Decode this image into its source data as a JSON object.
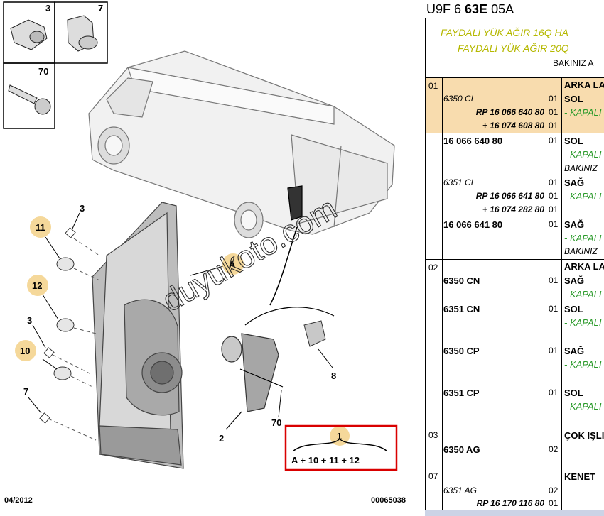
{
  "diagram": {
    "callouts": [
      "3",
      "7",
      "70",
      "11",
      "3",
      "12",
      "3",
      "10",
      "7",
      "A",
      "2",
      "70",
      "8",
      "1"
    ],
    "combo_label": "A + 10 + 11 + 12",
    "combo_number": "1",
    "date": "04/2012",
    "figure_number": "00065038",
    "watermark": "duyukoto.com"
  },
  "table": {
    "doc_code_prefix": "U9F 6 ",
    "doc_code_bold": "63E",
    "doc_code_suffix": " 05A",
    "header_line1": "FAYDALI YÜK AĞIR 16Q HA",
    "header_line2": "FAYDALI YÜK AĞIR 20Q",
    "header_ref": "BAKINIZ A",
    "groups": [
      {
        "index": "01",
        "highlight": true,
        "rows": [
          {
            "ref": "",
            "qty": "",
            "desc": "ARKA LA"
          },
          {
            "ref": "6350 CL",
            "qty": "01",
            "desc": "SOL"
          },
          {
            "ref": "RP 16 066 640 80",
            "qty": "01",
            "desc": "- KAPALI"
          },
          {
            "ref": "+ 16 074 608 80",
            "qty": "01",
            "desc": ""
          },
          {
            "ref": "16 066 640 80",
            "qty": "01",
            "desc": "SOL"
          },
          {
            "ref": "",
            "qty": "",
            "desc": "- KAPALI"
          },
          {
            "ref": "",
            "qty": "",
            "desc": "BAKINIZ"
          },
          {
            "ref": "6351 CL",
            "qty": "01",
            "desc": "SAĞ"
          },
          {
            "ref": "RP 16 066 641 80",
            "qty": "01",
            "desc": "- KAPALI"
          },
          {
            "ref": "+ 16 074 282 80",
            "qty": "01",
            "desc": ""
          },
          {
            "ref": "16 066 641 80",
            "qty": "01",
            "desc": "SAĞ"
          },
          {
            "ref": "",
            "qty": "",
            "desc": "- KAPALI"
          },
          {
            "ref": "",
            "qty": "",
            "desc": "BAKINIZ"
          }
        ]
      },
      {
        "index": "02",
        "rows": [
          {
            "ref": "",
            "qty": "",
            "desc": "ARKA LA"
          },
          {
            "ref": "6350 CN",
            "qty": "01",
            "desc": "SAĞ"
          },
          {
            "ref": "",
            "qty": "",
            "desc": "- KAPALI"
          },
          {
            "ref": "6351 CN",
            "qty": "01",
            "desc": "SOL"
          },
          {
            "ref": "",
            "qty": "",
            "desc": "- KAPALI"
          },
          {
            "ref": "6350 CP",
            "qty": "01",
            "desc": "SAĞ"
          },
          {
            "ref": "",
            "qty": "",
            "desc": "- KAPALI"
          },
          {
            "ref": "6351 CP",
            "qty": "01",
            "desc": "SOL"
          },
          {
            "ref": "",
            "qty": "",
            "desc": "- KAPALI"
          }
        ]
      },
      {
        "index": "03",
        "rows": [
          {
            "ref": "",
            "qty": "",
            "desc": "ÇOK IŞLI"
          },
          {
            "ref": "6350 AG",
            "qty": "02",
            "desc": ""
          }
        ]
      },
      {
        "index": "07",
        "rows": [
          {
            "ref": "",
            "qty": "",
            "desc": "KENET"
          },
          {
            "ref": "6351 AG",
            "qty": "02",
            "desc": ""
          },
          {
            "ref": "RP 16 170 116 80",
            "qty": "01",
            "desc": ""
          }
        ]
      }
    ]
  },
  "colors": {
    "highlight_row": "#f8dcae",
    "header_text": "#b5b800",
    "green_text": "#2a9a2a",
    "callout_circle": "#f5d89a",
    "red_box": "#d90000"
  }
}
